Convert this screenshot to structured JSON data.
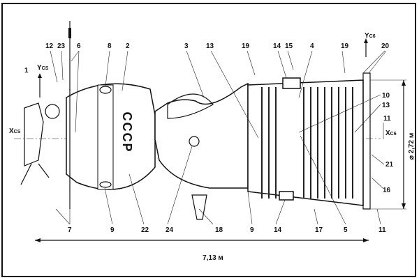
{
  "title_markings": {
    "hull_text": "СССР"
  },
  "axes": {
    "y_cs": "Y",
    "y_cs_sub": "CS",
    "x_cs": "X",
    "x_cs_sub": "CS",
    "y_c6": "Y",
    "y_c6_sub": "C6",
    "x_c6": "X",
    "x_c6_sub": "C6"
  },
  "dimensions": {
    "length": "7,13 м",
    "diameter": "⌀ 2,72 м"
  },
  "callouts_top": [
    "12",
    "23",
    "6",
    "8",
    "2",
    "3",
    "13",
    "19",
    "14",
    "15",
    "4",
    "19",
    "20"
  ],
  "callouts_left": [
    "1"
  ],
  "callouts_right": [
    "10",
    "13",
    "11",
    "21",
    "16"
  ],
  "callouts_bottom": [
    "7",
    "9",
    "22",
    "24",
    "18",
    "9",
    "14",
    "17",
    "5",
    "11"
  ]
}
